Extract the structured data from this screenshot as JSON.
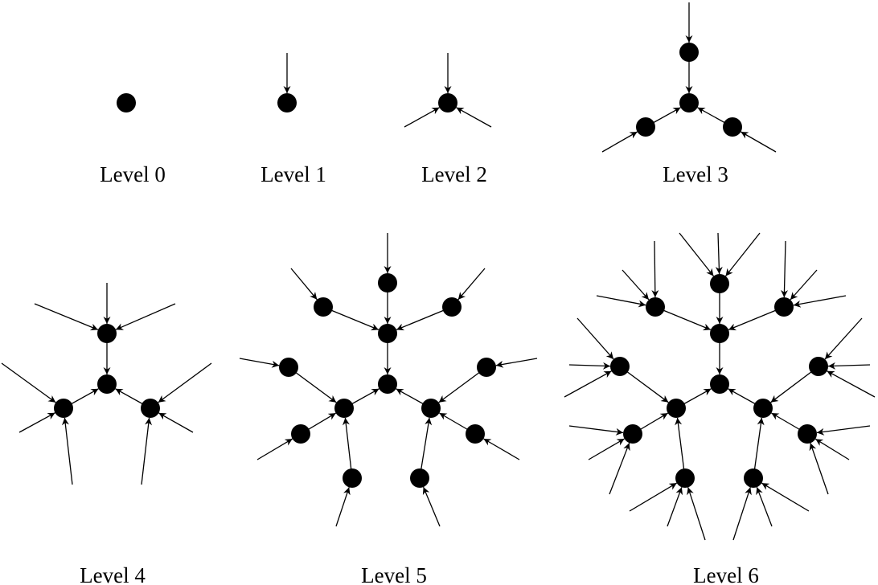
{
  "figure": {
    "ink_color": "#000000",
    "background": "#ffffff",
    "levels": [
      {
        "label": "Level 0"
      },
      {
        "label": "Level 1"
      },
      {
        "label": "Level 2"
      },
      {
        "label": "Level 3"
      },
      {
        "label": "Level 4"
      },
      {
        "label": "Level 5"
      },
      {
        "label": "Level 6"
      }
    ]
  }
}
